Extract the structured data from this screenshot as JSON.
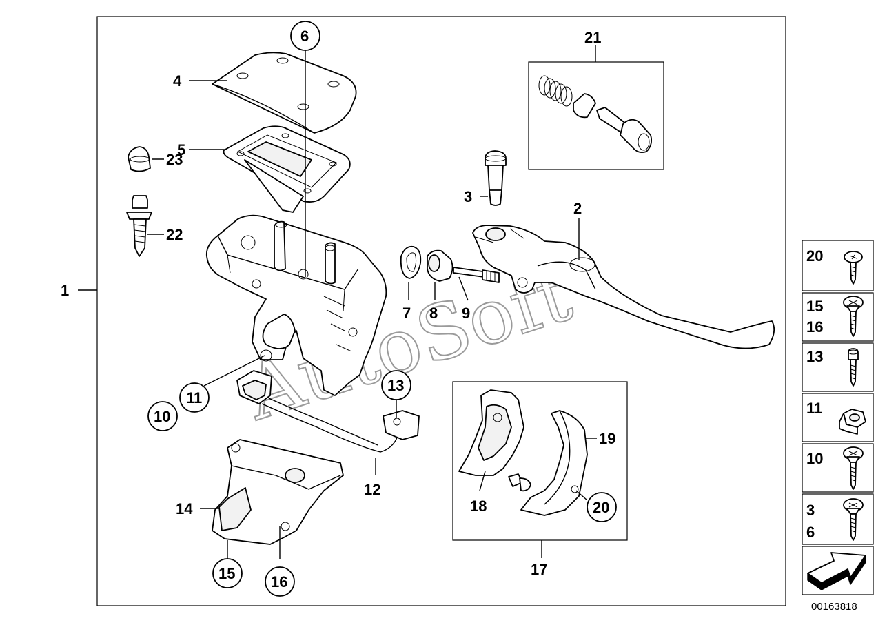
{
  "diagram": {
    "reference_number": "00163818",
    "watermark": "AutoSoft",
    "callouts": {
      "p1": "1",
      "p2": "2",
      "p3": "3",
      "p4": "4",
      "p5": "5",
      "p6": "6",
      "p7": "7",
      "p8": "8",
      "p9": "9",
      "p10": "10",
      "p11": "11",
      "p12": "12",
      "p13": "13",
      "p14": "14",
      "p15": "15",
      "p16": "16",
      "p17": "17",
      "p18": "18",
      "p19": "19",
      "p20": "20",
      "p21": "21",
      "p22": "22",
      "p23": "23"
    },
    "side_panel": [
      {
        "labels": [
          "20"
        ],
        "icon": "pan-head-screw-icon"
      },
      {
        "labels": [
          "15",
          "16"
        ],
        "icon": "countersunk-screw-icon"
      },
      {
        "labels": [
          "13"
        ],
        "icon": "socket-head-bolt-icon"
      },
      {
        "labels": [
          "11"
        ],
        "icon": "hex-nut-icon"
      },
      {
        "labels": [
          "10"
        ],
        "icon": "countersunk-screw-icon"
      },
      {
        "labels": [
          "3",
          "6"
        ],
        "icon": "countersunk-screw-icon"
      },
      {
        "labels": [],
        "icon": "arrow-icon"
      }
    ]
  }
}
